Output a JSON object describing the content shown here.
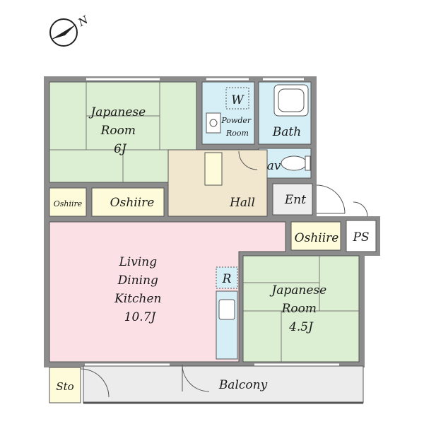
{
  "compass": {
    "north_label": "N"
  },
  "rooms": {
    "japanese_6": {
      "lines": [
        "Japanese",
        "Room",
        "6J"
      ]
    },
    "oshiire_small": {
      "label": "Oshiire"
    },
    "oshiire_left": {
      "label": "Oshiire"
    },
    "powder_room": {
      "lines": [
        "Powder",
        "Room"
      ]
    },
    "washer": {
      "label": "W"
    },
    "bath": {
      "label": "Bath"
    },
    "lav": {
      "label": "Lav"
    },
    "hall": {
      "label": "Hall"
    },
    "entrance": {
      "label": "Ent"
    },
    "oshiire_right": {
      "label": "Oshiire"
    },
    "pipe_space": {
      "label": "PS"
    },
    "ldk": {
      "lines": [
        "Living",
        "Dining",
        "Kitchen",
        "10.7J"
      ]
    },
    "refrigerator": {
      "label": "R"
    },
    "japanese_45": {
      "lines": [
        "Japanese",
        "Room",
        "4.5J"
      ]
    },
    "storage": {
      "label": "Sto"
    },
    "balcony": {
      "label": "Balcony"
    }
  },
  "colors": {
    "tatami": "#dcefd2",
    "ldk": "#fbe1e6",
    "hall": "#f1e7cf",
    "wet_area": "#d6eef6",
    "closet": "#fdfbd9",
    "balcony": "#ececec",
    "wall": "#8c8c8c",
    "outline": "#555555"
  }
}
